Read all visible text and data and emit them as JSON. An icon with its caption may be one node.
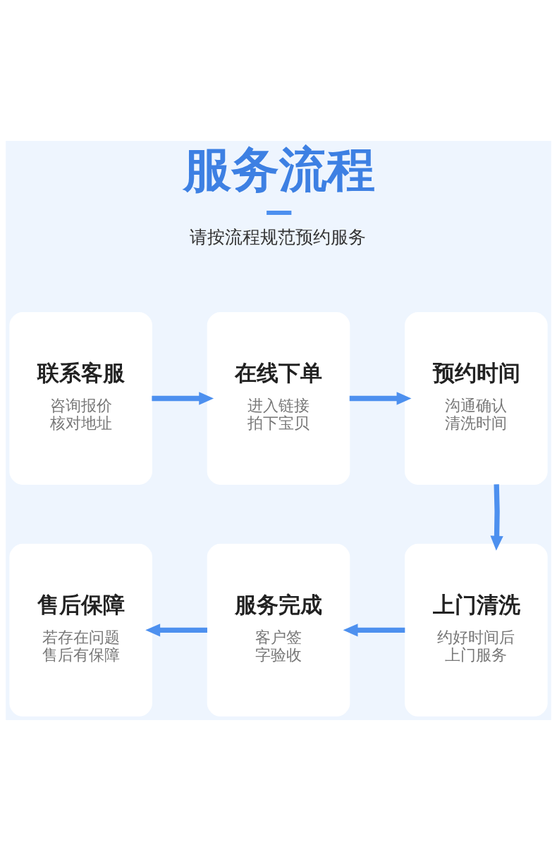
{
  "diagram": {
    "title": "服务流程",
    "nodes": [
      {
        "text": [
          "联系客服",
          "咨询报价核对地址"
        ]
      },
      {
        "text": [
          "在线下单",
          "进入链接拍下宝贝"
        ]
      },
      {
        "text": [
          "预约时间",
          "沟通确认清洗时间"
        ]
      },
      {
        "text": [
          "售后保障",
          "若存在问题售后有保障"
        ]
      },
      {
        "text": [
          "服务完成",
          "客户签字验收"
        ]
      },
      {
        "text": [
          "上门清洗",
          "约好时间后上门服务"
        ]
      }
    ],
    "edges": [
      {
        "from": 0,
        "to": 1,
        "arrow": "to"
      },
      {
        "from": 1,
        "to": 2,
        "arrow": "to"
      },
      {
        "from": 2,
        "to": 5,
        "arrow": "to"
      },
      {
        "from": 5,
        "to": 4,
        "arrow": "to"
      },
      {
        "from": 4,
        "to": 3,
        "arrow": "to"
      }
    ],
    "labels": [
      "请按流程规范预约服务"
    ]
  }
}
